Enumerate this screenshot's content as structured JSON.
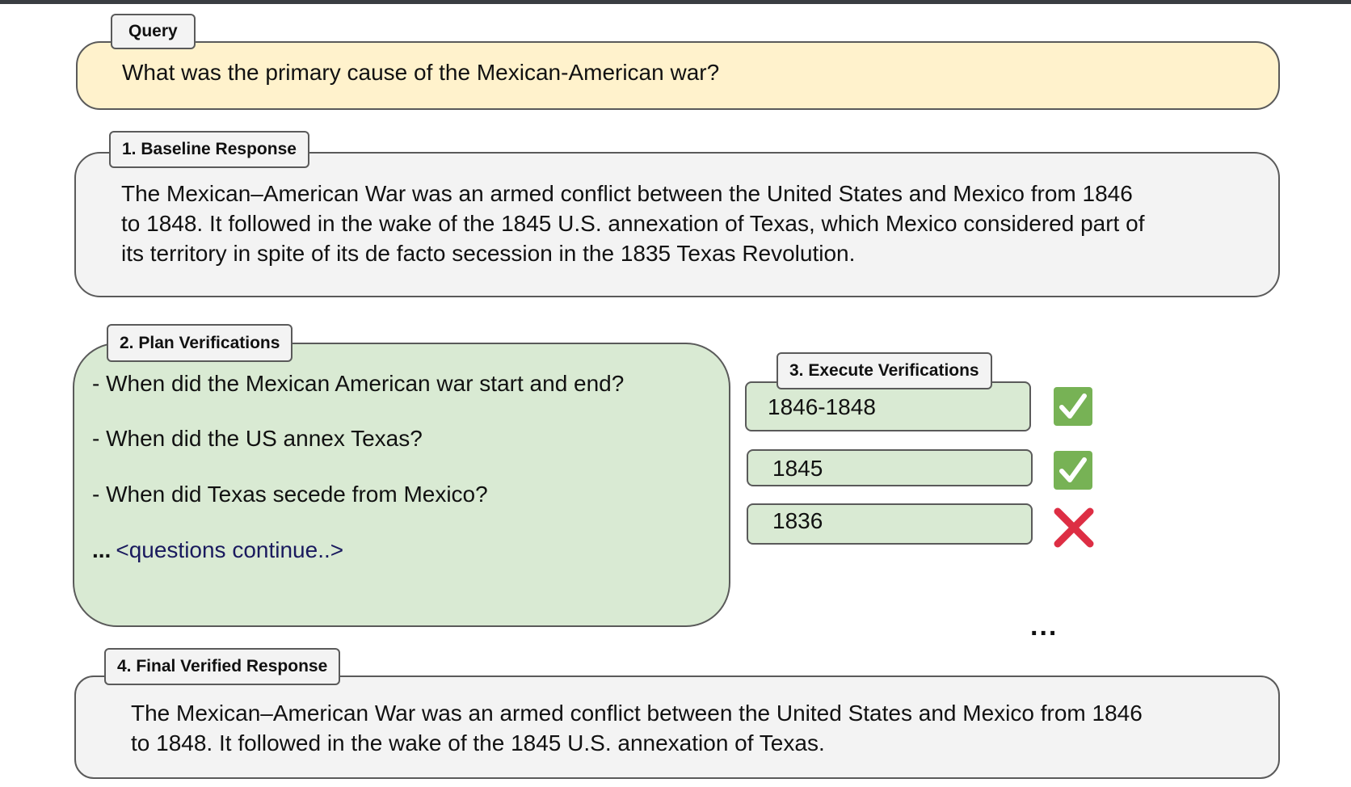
{
  "query": {
    "title": "Query",
    "text": "What was the primary cause of the Mexican-American war?"
  },
  "baseline": {
    "title": "1. Baseline Response",
    "lines": [
      "The Mexican–American War was an armed conflict between the United States and Mexico from 1846",
      "to 1848. It followed in the wake of the 1845 U.S. annexation of Texas, which Mexico considered part of",
      "its territory in spite of its de facto secession in the 1835 Texas Revolution."
    ]
  },
  "plan": {
    "title": "2. Plan Verifications",
    "questions": [
      "- When did the Mexican American war start and end?",
      "- When did the US annex Texas?",
      "- When did Texas secede from Mexico?"
    ],
    "more_dots": "...",
    "more_text": "<questions continue..>"
  },
  "execute": {
    "title": "3. Execute Verifications",
    "answers": [
      {
        "text": "1846-1848",
        "status_icon": "check-mark-icon",
        "status": "correct"
      },
      {
        "text": "1845",
        "status_icon": "check-mark-icon",
        "status": "correct"
      },
      {
        "text": "1836",
        "status_icon": "cross-mark-icon",
        "status": "incorrect"
      }
    ],
    "ellipsis": "..."
  },
  "final": {
    "title": "4. Final Verified Response",
    "lines": [
      "The Mexican–American War was an armed conflict between the United States and Mexico from 1846",
      "to 1848. It followed in the wake of the 1845 U.S. annexation of Texas."
    ]
  },
  "colors": {
    "query_bg": "#fff2cc",
    "response_bg": "#f3f3f3",
    "plan_bg": "#d9ead3",
    "check_green": "#77b255",
    "cross_red": "#dd2e44",
    "border": "#5a5a5a"
  }
}
